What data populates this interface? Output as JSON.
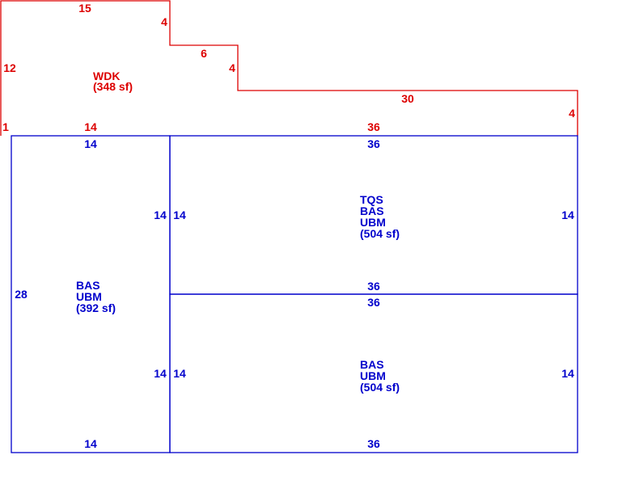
{
  "colors": {
    "deck": "#dd0000",
    "building": "#0000cc",
    "background": "#ffffff"
  },
  "deck": {
    "name": "WDK",
    "area": "(348 sf)",
    "dims": {
      "top": "15",
      "step1_vertical": "4",
      "step1_horizontal": "6",
      "step2_vertical": "4",
      "top_right": "30",
      "right": "4",
      "left": "12",
      "left_bottom": "1",
      "bottom_left": "14",
      "bottom_right": "36"
    }
  },
  "areas": {
    "left_section": {
      "codes": [
        "BAS",
        "UBM"
      ],
      "area": "(392 sf)",
      "dims": {
        "top": "14",
        "left": "28",
        "right_upper": "14",
        "right_lower": "14",
        "bottom": "14"
      }
    },
    "upper_right": {
      "codes": [
        "TQS",
        "BAS",
        "UBM"
      ],
      "area": "(504 sf)",
      "dims": {
        "top": "36",
        "left": "14",
        "right": "14",
        "bottom": "36"
      }
    },
    "lower_right": {
      "codes": [
        "BAS",
        "UBM"
      ],
      "area": "(504 sf)",
      "dims": {
        "top": "36",
        "left": "14",
        "right": "14",
        "bottom": "36"
      }
    }
  }
}
